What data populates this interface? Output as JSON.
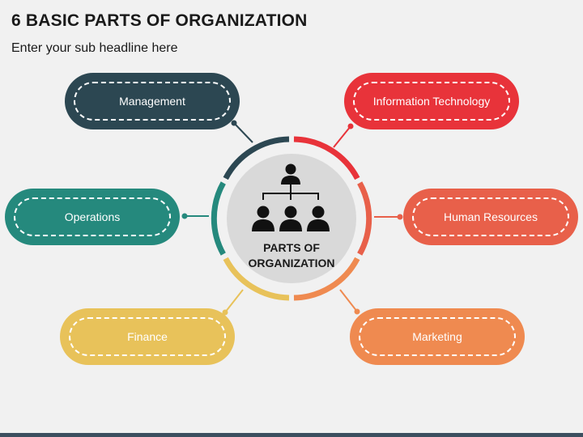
{
  "title": "6 BASIC PARTS OF ORGANIZATION",
  "subtitle": "Enter your sub headline here",
  "center": {
    "line1": "PARTS OF",
    "line2": "ORGANIZATION",
    "icon": "org-chart-icon"
  },
  "parts": [
    {
      "label": "Management",
      "color": "#2c4752"
    },
    {
      "label": "Information Technology",
      "color": "#e8333a"
    },
    {
      "label": "Operations",
      "color": "#25897d"
    },
    {
      "label": "Human Resources",
      "color": "#e8604a"
    },
    {
      "label": "Finance",
      "color": "#e8c25a"
    },
    {
      "label": "Marketing",
      "color": "#ef8a50"
    }
  ],
  "colors": {
    "background": "#f1f1f1",
    "center_fill": "#d9d9d9"
  }
}
